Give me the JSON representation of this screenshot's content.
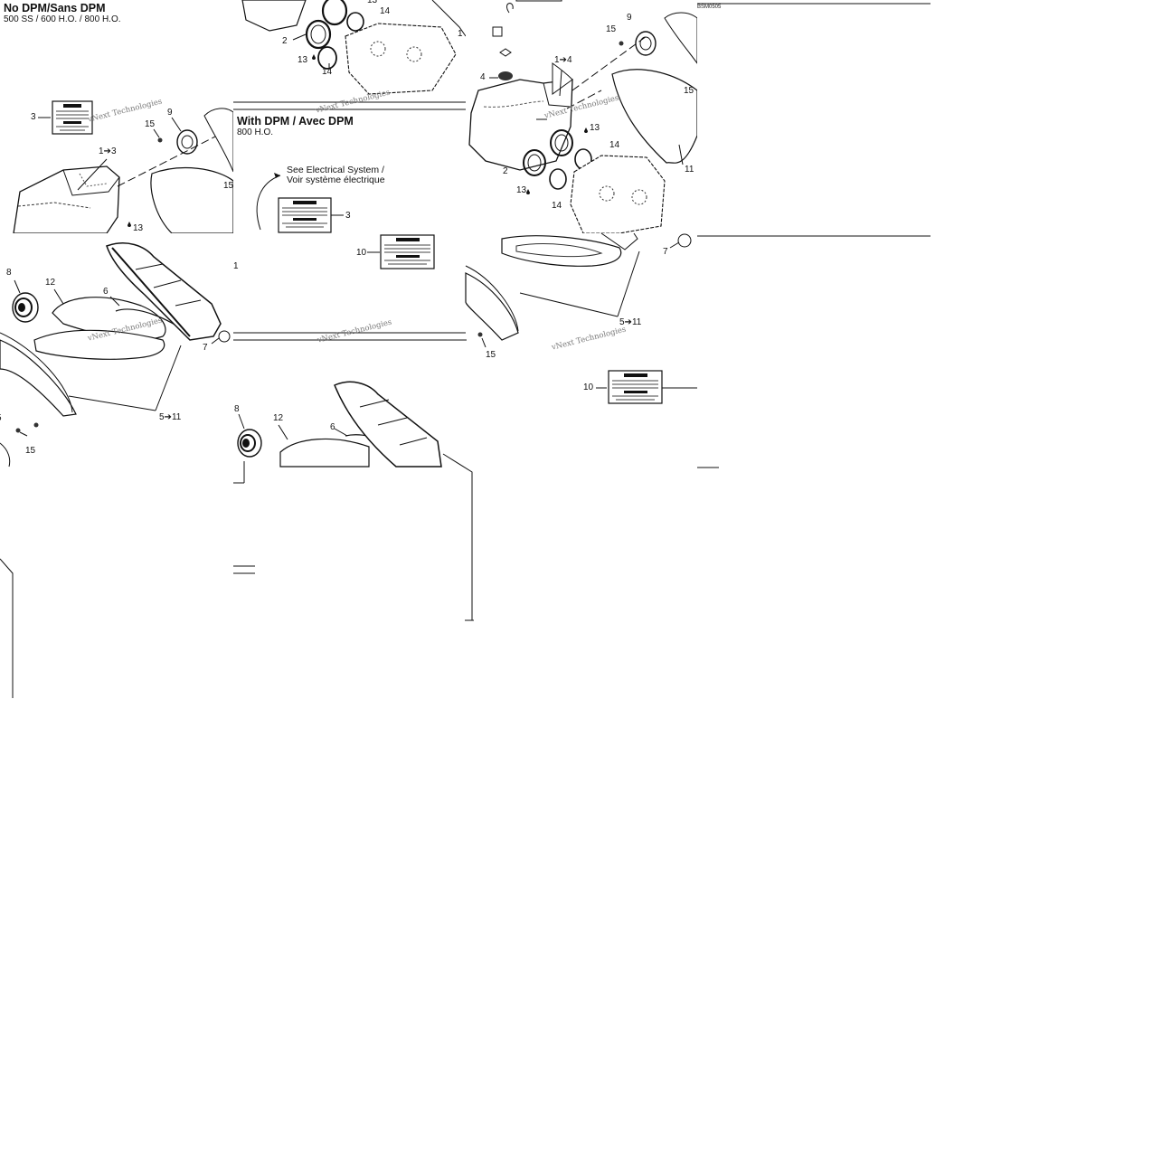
{
  "tile_a": {
    "title": "No DPM/Sans DPM",
    "subtitle": "500 SS / 600 H.O. / 800 H.O.",
    "watermark": "vNext Technologies",
    "callouts": {
      "c3": "3",
      "c15": "15",
      "c9": "9",
      "c1to3": "1➔3",
      "c13": "13",
      "c15b": "15"
    }
  },
  "tile_b": {
    "callouts": {
      "c13": "13",
      "c14": "14",
      "c2": "2",
      "c13b": "13",
      "c14b": "14",
      "c1": "1"
    }
  },
  "tile_c": {
    "callouts": {
      "c15": "15",
      "c9": "9",
      "c1to4": "1➔4",
      "c4": "4",
      "c13": "13",
      "c14": "14",
      "c2": "2",
      "c13b": "13",
      "c14b": "14",
      "c15b": "15",
      "c11": "11"
    },
    "watermark": "vNext Technologies"
  },
  "tile_d": {
    "doc_code": "BSM0505"
  },
  "tile_e": {
    "title": "With DPM / Avec DPM",
    "subtitle": "800 H.O.",
    "note_line1": "See Electrical System /",
    "note_line2": "Voir système électrique",
    "watermark": "vNext Technologies",
    "callouts": {
      "c3": "3",
      "c1": "1"
    }
  },
  "tile_f": {
    "callouts": {
      "c10": "10"
    }
  },
  "tile_g": {
    "callouts": {
      "c8": "8",
      "c12": "12",
      "c6": "6",
      "c7": "7",
      "c5to11": "5➔11",
      "c15": "15",
      "c5": "5"
    },
    "watermark": "vNext Technologies"
  },
  "tile_h": {
    "callouts": {
      "c7": "7",
      "c5to11": "5➔11",
      "c15": "15",
      "c10": "10"
    },
    "watermark": "vNext Technologies"
  },
  "tile_i": {
    "callouts": {
      "c8": "8",
      "c12": "12",
      "c6": "6"
    },
    "watermark": "vNext Technologies"
  }
}
